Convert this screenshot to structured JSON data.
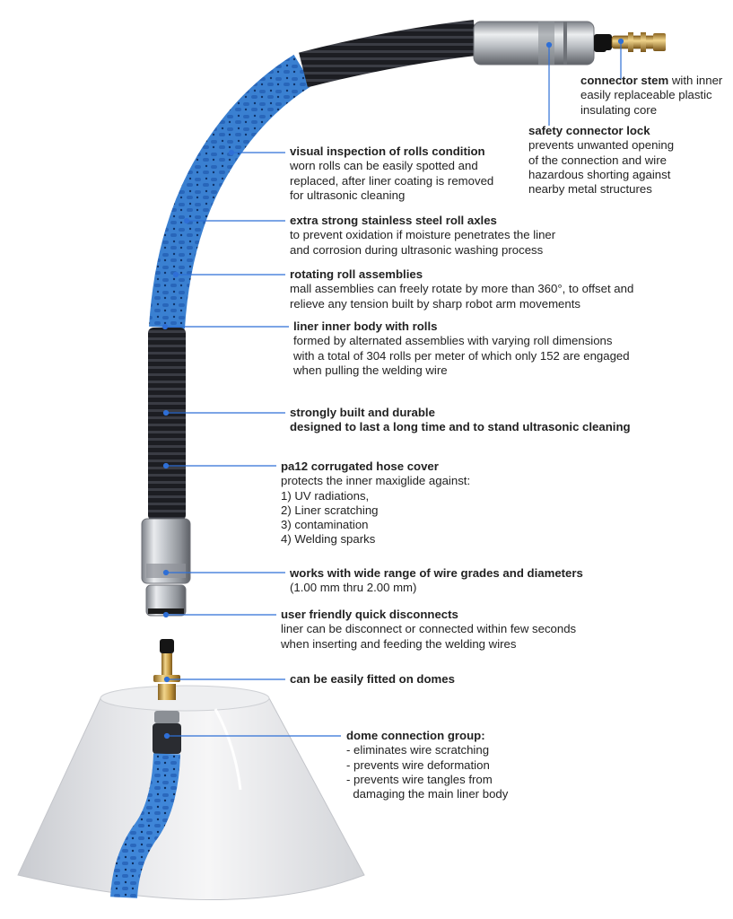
{
  "colors": {
    "liner_blue": "#3f86d8",
    "liner_blue_dark": "#1f5fae",
    "hose_black": "#1c1d22",
    "steel": "#b8bcc2",
    "brass": "#c9a04a",
    "leader_line": "#2f6fd6"
  },
  "labels": {
    "connector_stem": {
      "title": "connector stem",
      "title_suffix": " with inner",
      "lines": [
        "easily replaceable plastic",
        "insulating core"
      ]
    },
    "safety_lock": {
      "title": "safety connector lock",
      "lines": [
        "prevents unwanted opening",
        "of the connection and wire",
        "hazardous shorting against",
        "nearby metal structures"
      ]
    },
    "visual_inspection": {
      "title": "visual inspection of rolls condition",
      "lines": [
        "worn rolls can be easily spotted and",
        "replaced, after liner coating is removed",
        "for ultrasonic cleaning"
      ]
    },
    "roll_axles": {
      "title": "extra strong stainless steel roll axles",
      "lines": [
        "to prevent oxidation if moisture penetrates the liner",
        "and corrosion during ultrasonic washing process"
      ]
    },
    "rotating_rolls": {
      "title": "rotating roll assemblies",
      "lines": [
        "mall assemblies can freely rotate by more than 360°, to offset and",
        "relieve any tension built by sharp robot arm movements"
      ]
    },
    "inner_body": {
      "title": "liner inner body with rolls",
      "lines": [
        "formed by alternated assemblies with varying roll dimensions",
        "with a total of 304 rolls per meter of which only 152 are engaged",
        "when pulling the welding wire"
      ]
    },
    "durable": {
      "title": "strongly built and durable",
      "lines": [
        "designed to last a long time and to stand ultrasonic cleaning"
      ]
    },
    "hose_cover": {
      "title": "pa12 corrugated hose cover",
      "lines": [
        "protects the inner maxiglide against:",
        "1) UV radiations,",
        "2) Liner scratching",
        "3) contamination",
        "4) Welding sparks"
      ]
    },
    "wire_grades": {
      "title": "works with wide range of wire grades and diameters",
      "lines": [
        "(1.00 mm thru 2.00 mm)"
      ]
    },
    "quick_disconnect": {
      "title": "user friendly quick disconnects",
      "lines": [
        "liner can be disconnect or connected within few seconds",
        "when inserting and feeding the welding wires"
      ]
    },
    "domes": {
      "title": "can be easily fitted on domes",
      "lines": []
    },
    "dome_group": {
      "title": "dome connection group:",
      "lines": [
        "- eliminates wire scratching",
        "- prevents wire deformation",
        "- prevents wire tangles from",
        "  damaging the main liner body"
      ]
    }
  }
}
